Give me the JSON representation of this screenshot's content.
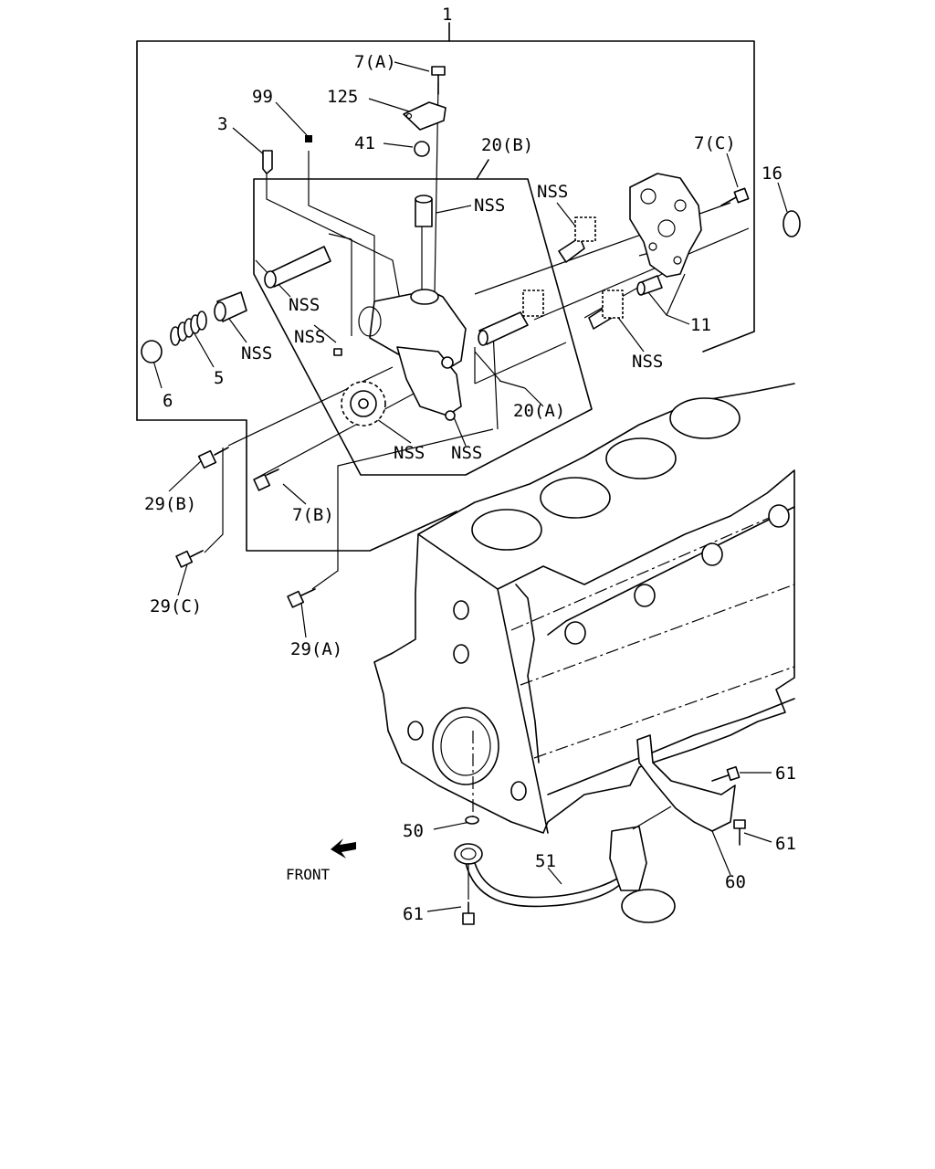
{
  "labels": {
    "assembly": "1",
    "bolt_7a": "7(A)",
    "cover_125": "125",
    "ball_41": "41",
    "plug_99": "99",
    "pin_3": "3",
    "shaft_20b": "20(B)",
    "nss_pipe": "NSS",
    "nss_gear_top": "NSS",
    "bolt_7c": "7(C)",
    "seal_16": "16",
    "nss_sleeve": "NSS",
    "nss_bolt_small": "NSS",
    "nss_cap": "NSS",
    "dowel_11": "11",
    "nss_gear_right": "NSS",
    "spring_5": "5",
    "cap_6": "6",
    "shaft_20a": "20(A)",
    "nss_gear_big": "NSS",
    "nss_cover": "NSS",
    "bolt_29b": "29(B)",
    "bolt_7b": "7(B)",
    "bolt_29c": "29(C)",
    "bolt_29a": "29(A)",
    "gasket_50": "50",
    "pipe_51": "51",
    "bracket_60": "60",
    "bolt_61_a": "61",
    "bolt_61_b": "61",
    "bolt_61_c": "61",
    "front": "FRONT"
  },
  "icons": {
    "front_arrow": "arrow-down-left-icon"
  }
}
